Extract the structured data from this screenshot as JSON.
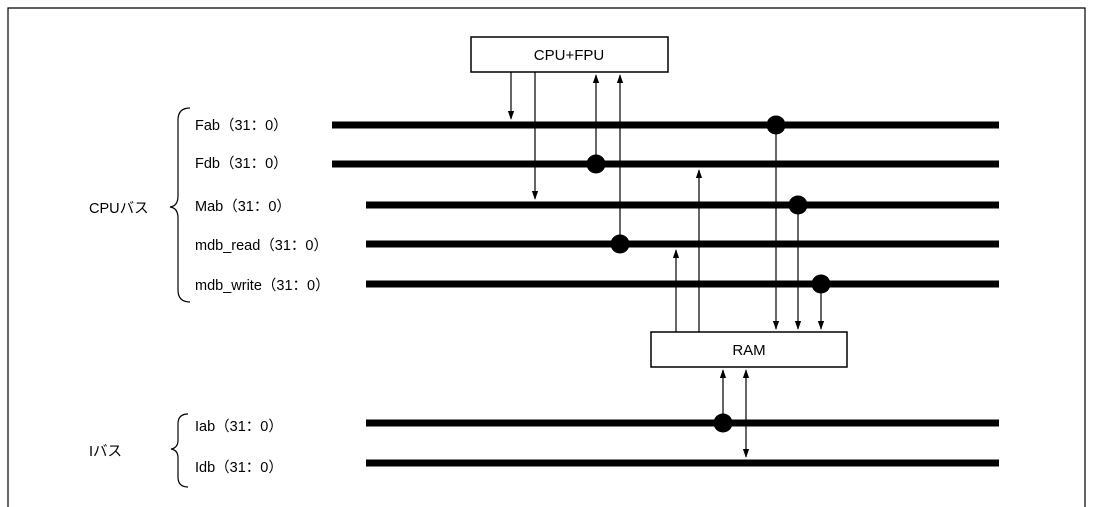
{
  "blocks": {
    "cpu": "CPU+FPU",
    "ram": "RAM"
  },
  "groups": {
    "cpu_bus": "CPUバス",
    "i_bus": "Iバス"
  },
  "buses": {
    "fab": "Fab（31：0）",
    "fdb": "Fdb（31：0）",
    "mab": "Mab（31：0）",
    "mdb_read": "mdb_read（31：0）",
    "mdb_write": "mdb_write（31：0）",
    "iab": "Iab（31：0）",
    "idb": "Idb（31：0）"
  }
}
